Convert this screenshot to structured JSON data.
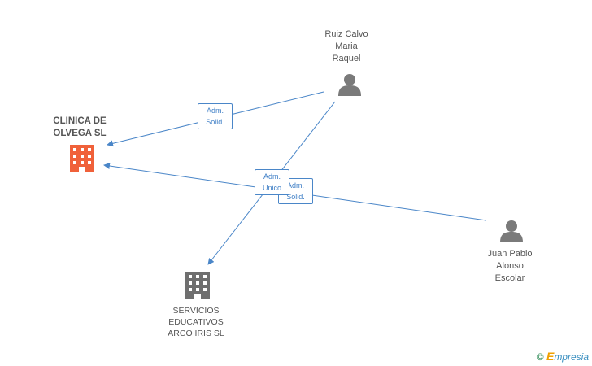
{
  "nodes": {
    "clinica": {
      "label": "CLINICA DE\nOLVEGA SL",
      "type": "company",
      "color": "#f0613a"
    },
    "servicios": {
      "label": "SERVICIOS\nEDUCATIVOS\nARCO IRIS SL",
      "type": "company",
      "color": "#6f6f6f"
    },
    "ruiz": {
      "label": "Ruiz Calvo\nMaria\nRaquel",
      "type": "person",
      "color": "#7a7a7a"
    },
    "juan": {
      "label": "Juan Pablo\nAlonso\nEscolar",
      "type": "person",
      "color": "#7a7a7a"
    }
  },
  "badges": {
    "b1": {
      "line1": "Adm.",
      "line2": "Solid."
    },
    "b2": {
      "line1": "Adm.",
      "line2": "Solid."
    },
    "b3": {
      "line1": "Adm.",
      "line2": "Unico"
    }
  },
  "edge_color": "#4a86c8",
  "watermark": {
    "symbol": "©",
    "brand_initial": "E",
    "brand_rest": "mpresia"
  }
}
